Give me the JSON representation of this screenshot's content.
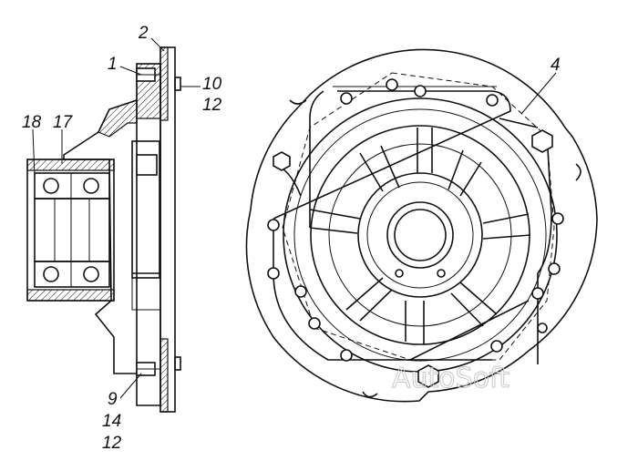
{
  "callouts": {
    "c2": "2",
    "c1": "1",
    "c10": "10",
    "c12_top": "12",
    "c18": "18",
    "c17": "17",
    "c4": "4",
    "c9": "9",
    "c14": "14",
    "c12_bottom": "12"
  },
  "watermark": "AutoSoft"
}
